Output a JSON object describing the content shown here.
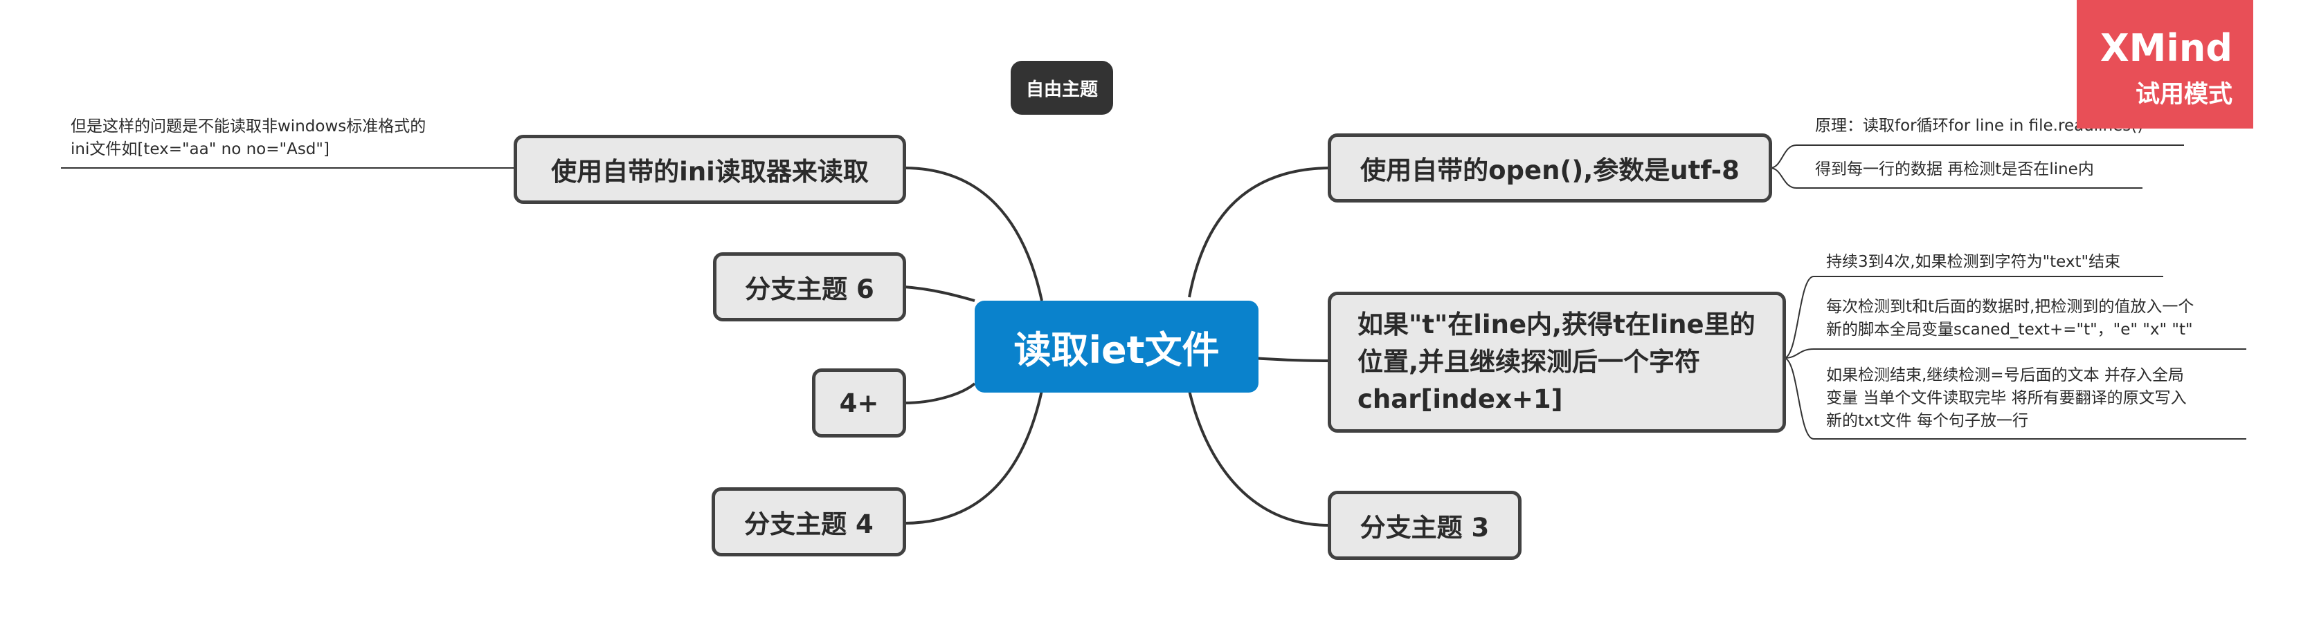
{
  "mindmap": {
    "central": "读取iet文件",
    "floating_topic": "自由主题",
    "branches": {
      "open_utf8": {
        "label": "使用自带的open(),参数是utf-8",
        "details": [
          "原理：读取for循环for line in file.readlines()",
          "得到每一行的数据 再检测t是否在line内"
        ]
      },
      "char_index": {
        "lines": [
          "如果\"t\"在line内,获得t在line里的",
          "位置,并且继续探测后一个字符",
          "char[index+1]"
        ],
        "details": {
          "d1": "持续3到4次,如果检测到字符为\"text\"结束",
          "d2": [
            "每次检测到t和t后面的数据时,把检测到的值放入一个",
            "新的脚本全局变量scaned_text+=\"t\"，\"e\" \"x\" \"t\""
          ],
          "d3": [
            "如果检测结束,继续检测=号后面的文本 并存入全局",
            "变量 当单个文件读取完毕 将所有要翻译的原文写入",
            "新的txt文件 每个句子放一行"
          ]
        }
      },
      "topic3": "分支主题 3",
      "ini_reader": {
        "label": "使用自带的ini读取器来读取",
        "detail": [
          "但是这样的问题是不能读取非windows标准格式的",
          "ini文件如[tex=\"aa\" no  no=\"Asd\"]"
        ]
      },
      "topic6": "分支主题 6",
      "four_plus": "4+",
      "topic4": "分支主题 4"
    }
  },
  "watermark": {
    "title": "XMind",
    "subtitle": "试用模式",
    "color": "#e84f57"
  },
  "colors": {
    "central": "#0a82cc",
    "node_fill": "#e8e8e8",
    "node_border": "#414141",
    "floating": "#333333"
  }
}
